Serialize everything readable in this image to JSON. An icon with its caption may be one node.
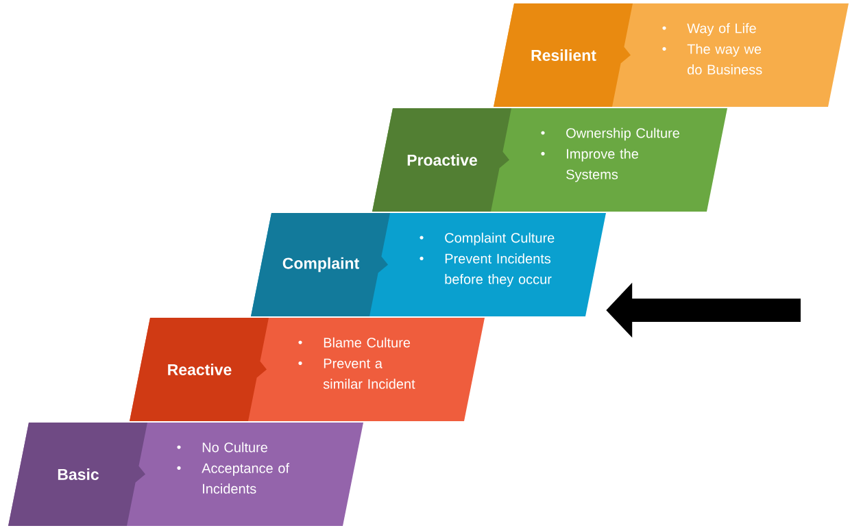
{
  "diagram": {
    "nodes": [
      {
        "text": [
          "Resilient",
          "Way of Life",
          "The way we do Business"
        ]
      },
      {
        "text": [
          "Proactive",
          "Ownership Culture",
          "Improve the Systems"
        ]
      },
      {
        "text": [
          "Complaint",
          "Complaint Culture",
          "Prevent Incidents before they occur"
        ]
      },
      {
        "text": [
          "Reactive",
          "Blame Culture",
          "Prevent a similar Incident"
        ]
      },
      {
        "text": [
          "Basic",
          "No Culture",
          "Acceptance of Incidents"
        ]
      }
    ],
    "edges": [
      {
        "from": null,
        "to": 2,
        "arrow": "to"
      }
    ]
  }
}
